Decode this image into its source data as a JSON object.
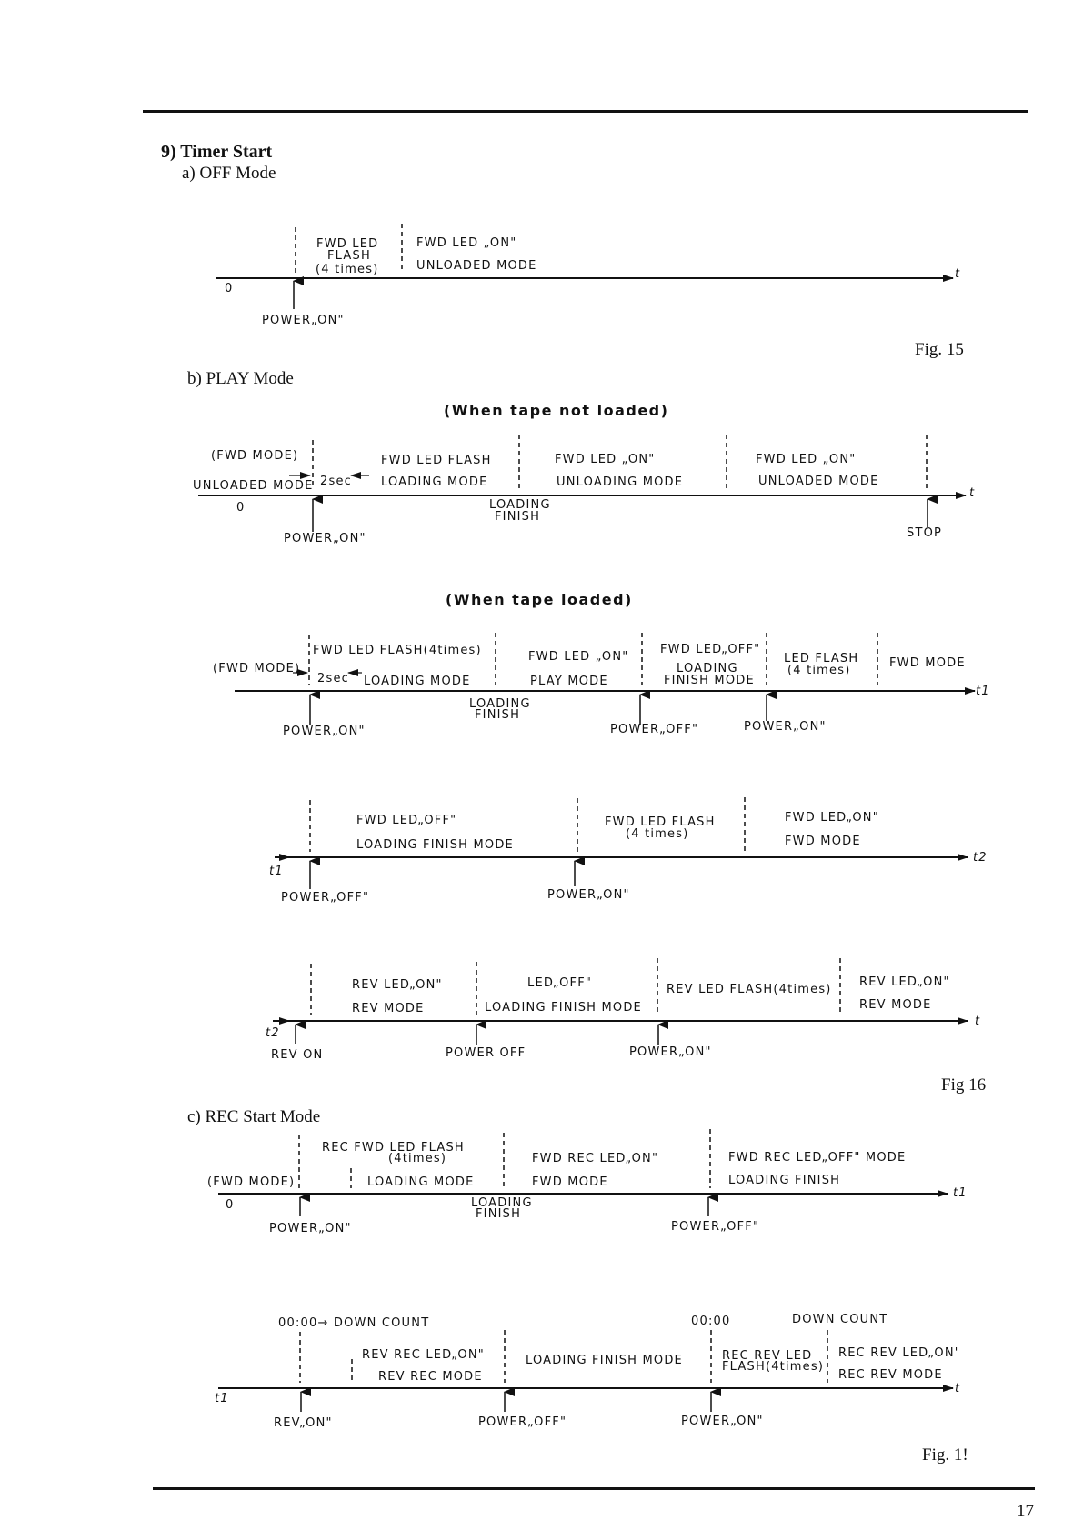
{
  "section": {
    "title": "9) Timer Start",
    "sub_a": "a) OFF Mode",
    "sub_b": "b) PLAY Mode",
    "sub_c": "c) REC Start Mode"
  },
  "figures": {
    "fig15": "Fig. 15",
    "fig16": "Fig 16",
    "fig17": "Fig. 1!"
  },
  "page_number": "17",
  "captions": {
    "not_loaded": "(When tape not loaded)",
    "loaded": "(When tape loaded)"
  },
  "t_labels": [
    "0",
    "t",
    "0",
    "t",
    "t1",
    "t1",
    "t2",
    "t2",
    "t",
    "0",
    "t1",
    "t1",
    "t"
  ],
  "diagrams": [
    {
      "id": "off-mode",
      "labels": [
        "FWD LED",
        "FLASH",
        "(4 times)",
        "FWD LED „ON\"",
        "UNLOADED MODE",
        "POWER„ON\""
      ]
    },
    {
      "id": "play-not-loaded",
      "labels": [
        "(FWD MODE)",
        "UNLOADED MODE",
        "2sec",
        "FWD LED FLASH",
        "LOADING MODE",
        "FWD LED „ON\"",
        "UNLOADING MODE",
        "FWD LED „ON\"",
        "UNLOADED MODE",
        "LOADING",
        "FINISH",
        "POWER„ON\"",
        "STOP"
      ]
    },
    {
      "id": "play-loaded-1",
      "labels": [
        "FWD LED FLASH(4times)",
        "(FWD MODE)",
        "2sec",
        "LOADING MODE",
        "FWD LED „ON\"",
        "PLAY MODE",
        "FWD LED„OFF\"",
        "LOADING",
        "FINISH MODE",
        "LED FLASH",
        "(4 times)",
        "FWD MODE",
        "LOADING",
        "FINISH",
        "POWER„ON\"",
        "POWER„OFF\"",
        "POWER„ON\""
      ]
    },
    {
      "id": "play-loaded-2",
      "labels": [
        "FWD LED„OFF\"",
        "LOADING FINISH MODE",
        "FWD LED FLASH",
        "(4 times)",
        "FWD LED„ON\"",
        "FWD MODE",
        "POWER„OFF\"",
        "POWER„ON\""
      ]
    },
    {
      "id": "play-loaded-3",
      "labels": [
        "REV LED„ON\"",
        "REV MODE",
        "LED„OFF\"",
        "LOADING FINISH MODE",
        "REV LED FLASH(4times)",
        "REV LED„ON\"",
        "REV MODE",
        "REV ON",
        "POWER OFF",
        "POWER„ON\""
      ]
    },
    {
      "id": "rec-start-1",
      "labels": [
        "REC FWD LED FLASH",
        "(4times)",
        "(FWD MODE)",
        "LOADING MODE",
        "FWD REC LED„ON\"",
        "FWD MODE",
        "FWD REC LED„OFF\" MODE",
        "LOADING FINISH",
        "LOADING",
        "FINISH",
        "POWER„ON\"",
        "POWER„OFF\""
      ]
    },
    {
      "id": "rec-start-2",
      "labels": [
        "00:00→ DOWN COUNT",
        "REV REC LED„ON\"",
        "REV REC MODE",
        "LOADING FINISH MODE",
        "00:00",
        "DOWN COUNT",
        "REC REV LED",
        "FLASH(4times)",
        "REC REV LED„ON'",
        "REC REV MODE",
        "REV„ON\"",
        "POWER„OFF\"",
        "POWER„ON\""
      ]
    }
  ]
}
